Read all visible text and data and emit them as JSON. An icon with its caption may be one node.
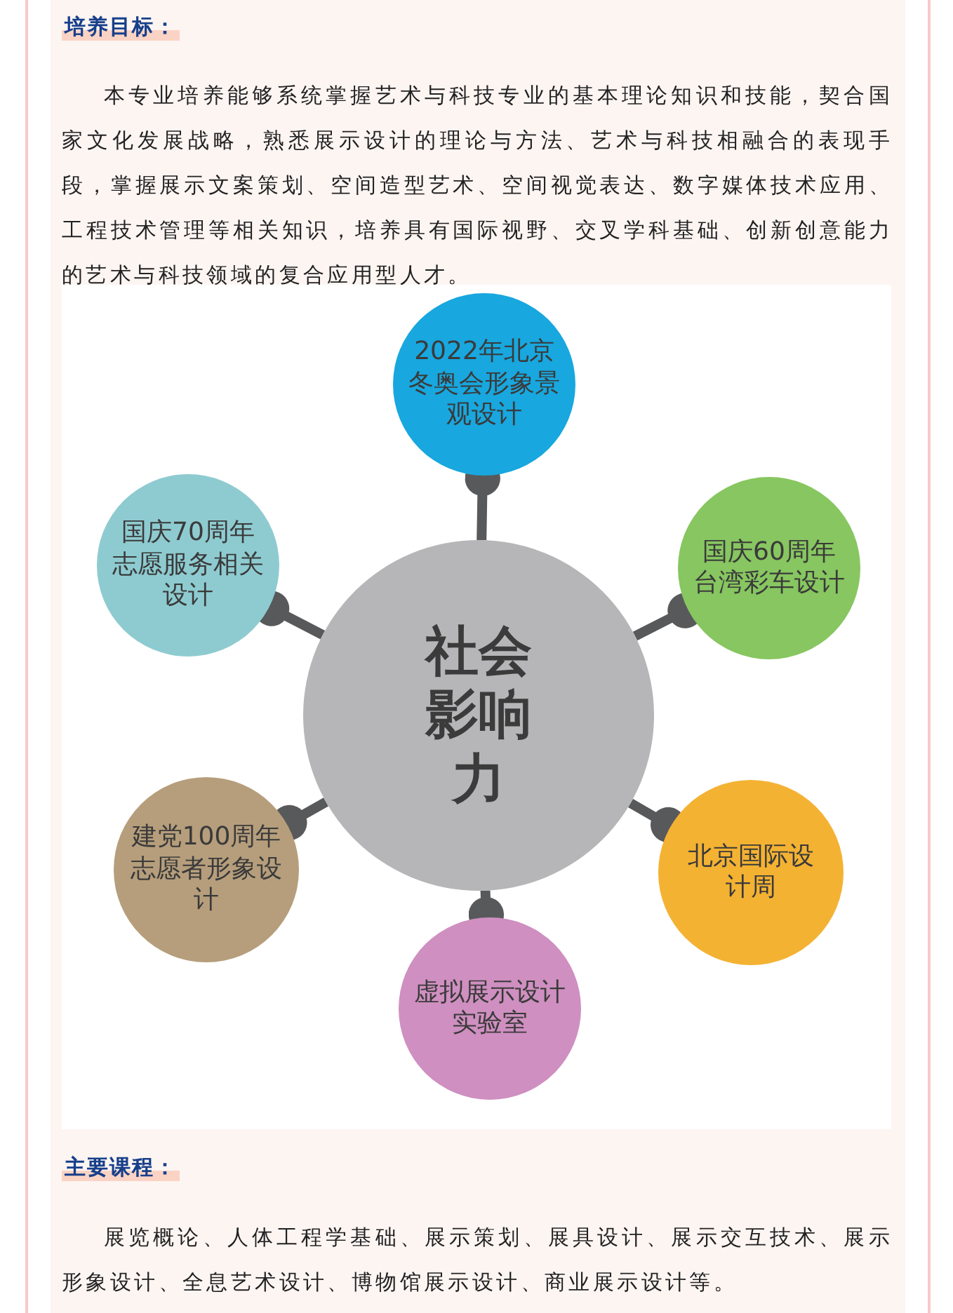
{
  "diagram": {
    "nodes": [
      {
        "text": [
          "社会影响力"
        ]
      },
      {
        "text": [
          "2022年北京冬奥会形象景观设计"
        ]
      },
      {
        "text": [
          "国庆60周年台湾彩车设计"
        ]
      },
      {
        "text": [
          "北京国际设计周"
        ]
      },
      {
        "text": [
          "虚拟展示设计实验室"
        ]
      },
      {
        "text": [
          "建党100周年志愿者形象设计"
        ]
      },
      {
        "text": [
          "国庆70周年志愿服务相关设计"
        ]
      }
    ],
    "edges": [
      {
        "from": 0,
        "to": 1,
        "arrow": "other"
      },
      {
        "from": 0,
        "to": 2,
        "arrow": "other"
      },
      {
        "from": 0,
        "to": 3,
        "arrow": "other"
      },
      {
        "from": 0,
        "to": 4,
        "arrow": "other"
      },
      {
        "from": 0,
        "to": 5,
        "arrow": "other"
      },
      {
        "from": 0,
        "to": 6,
        "arrow": "other"
      }
    ],
    "labels": [
      "培养目标：",
      "本专业培养能够系统掌握艺术与科技专业的基本理论知识和技能，契合国家文化发展战略，熟悉展示设计的理论与方法、艺术与科技相融合的表现手段，掌握展示文案策划、空间造型艺术、空间视觉表达、数字媒体技术应用、工程技术管理等相关知识，培养具有国际视野、交叉学科基础、创新创意能力的艺术与科技领域的复合应用型人才。",
      "主要课程：",
      "展览概论、人体工程学基础、展示策划、展具设计、展示交互技术、展示形象设计、全息艺术设计、博物馆展示设计、商业展示设计等。"
    ]
  }
}
